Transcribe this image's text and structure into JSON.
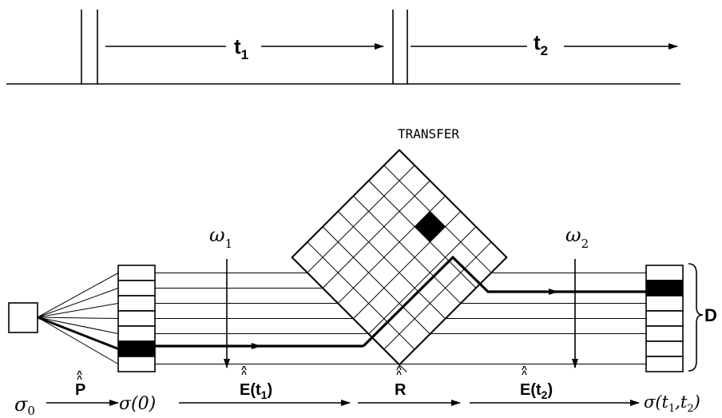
{
  "pulse_sequence": {
    "interval_1": "t",
    "interval_1_sub": "1",
    "interval_2": "t",
    "interval_2_sub": "2"
  },
  "transfer_label": "TRANSFER",
  "omega_1": "ω",
  "omega_1_sub": "1",
  "omega_2": "ω",
  "omega_2_sub": "2",
  "detection_label": "D",
  "flow": {
    "sigma0": "σ",
    "sigma0_sub": "0",
    "P": "P",
    "sigma_zero": "σ(0)",
    "E1": "E(t",
    "E1_sub": "1",
    "E1_close": ")",
    "R": "R",
    "E2": "E(t",
    "E2_sub": "2",
    "E2_close": ")",
    "sigma_final": "σ(t",
    "sigma_final_sub1": "1",
    "sigma_final_mid": ",t",
    "sigma_final_sub2": "2",
    "sigma_final_close": ")"
  }
}
